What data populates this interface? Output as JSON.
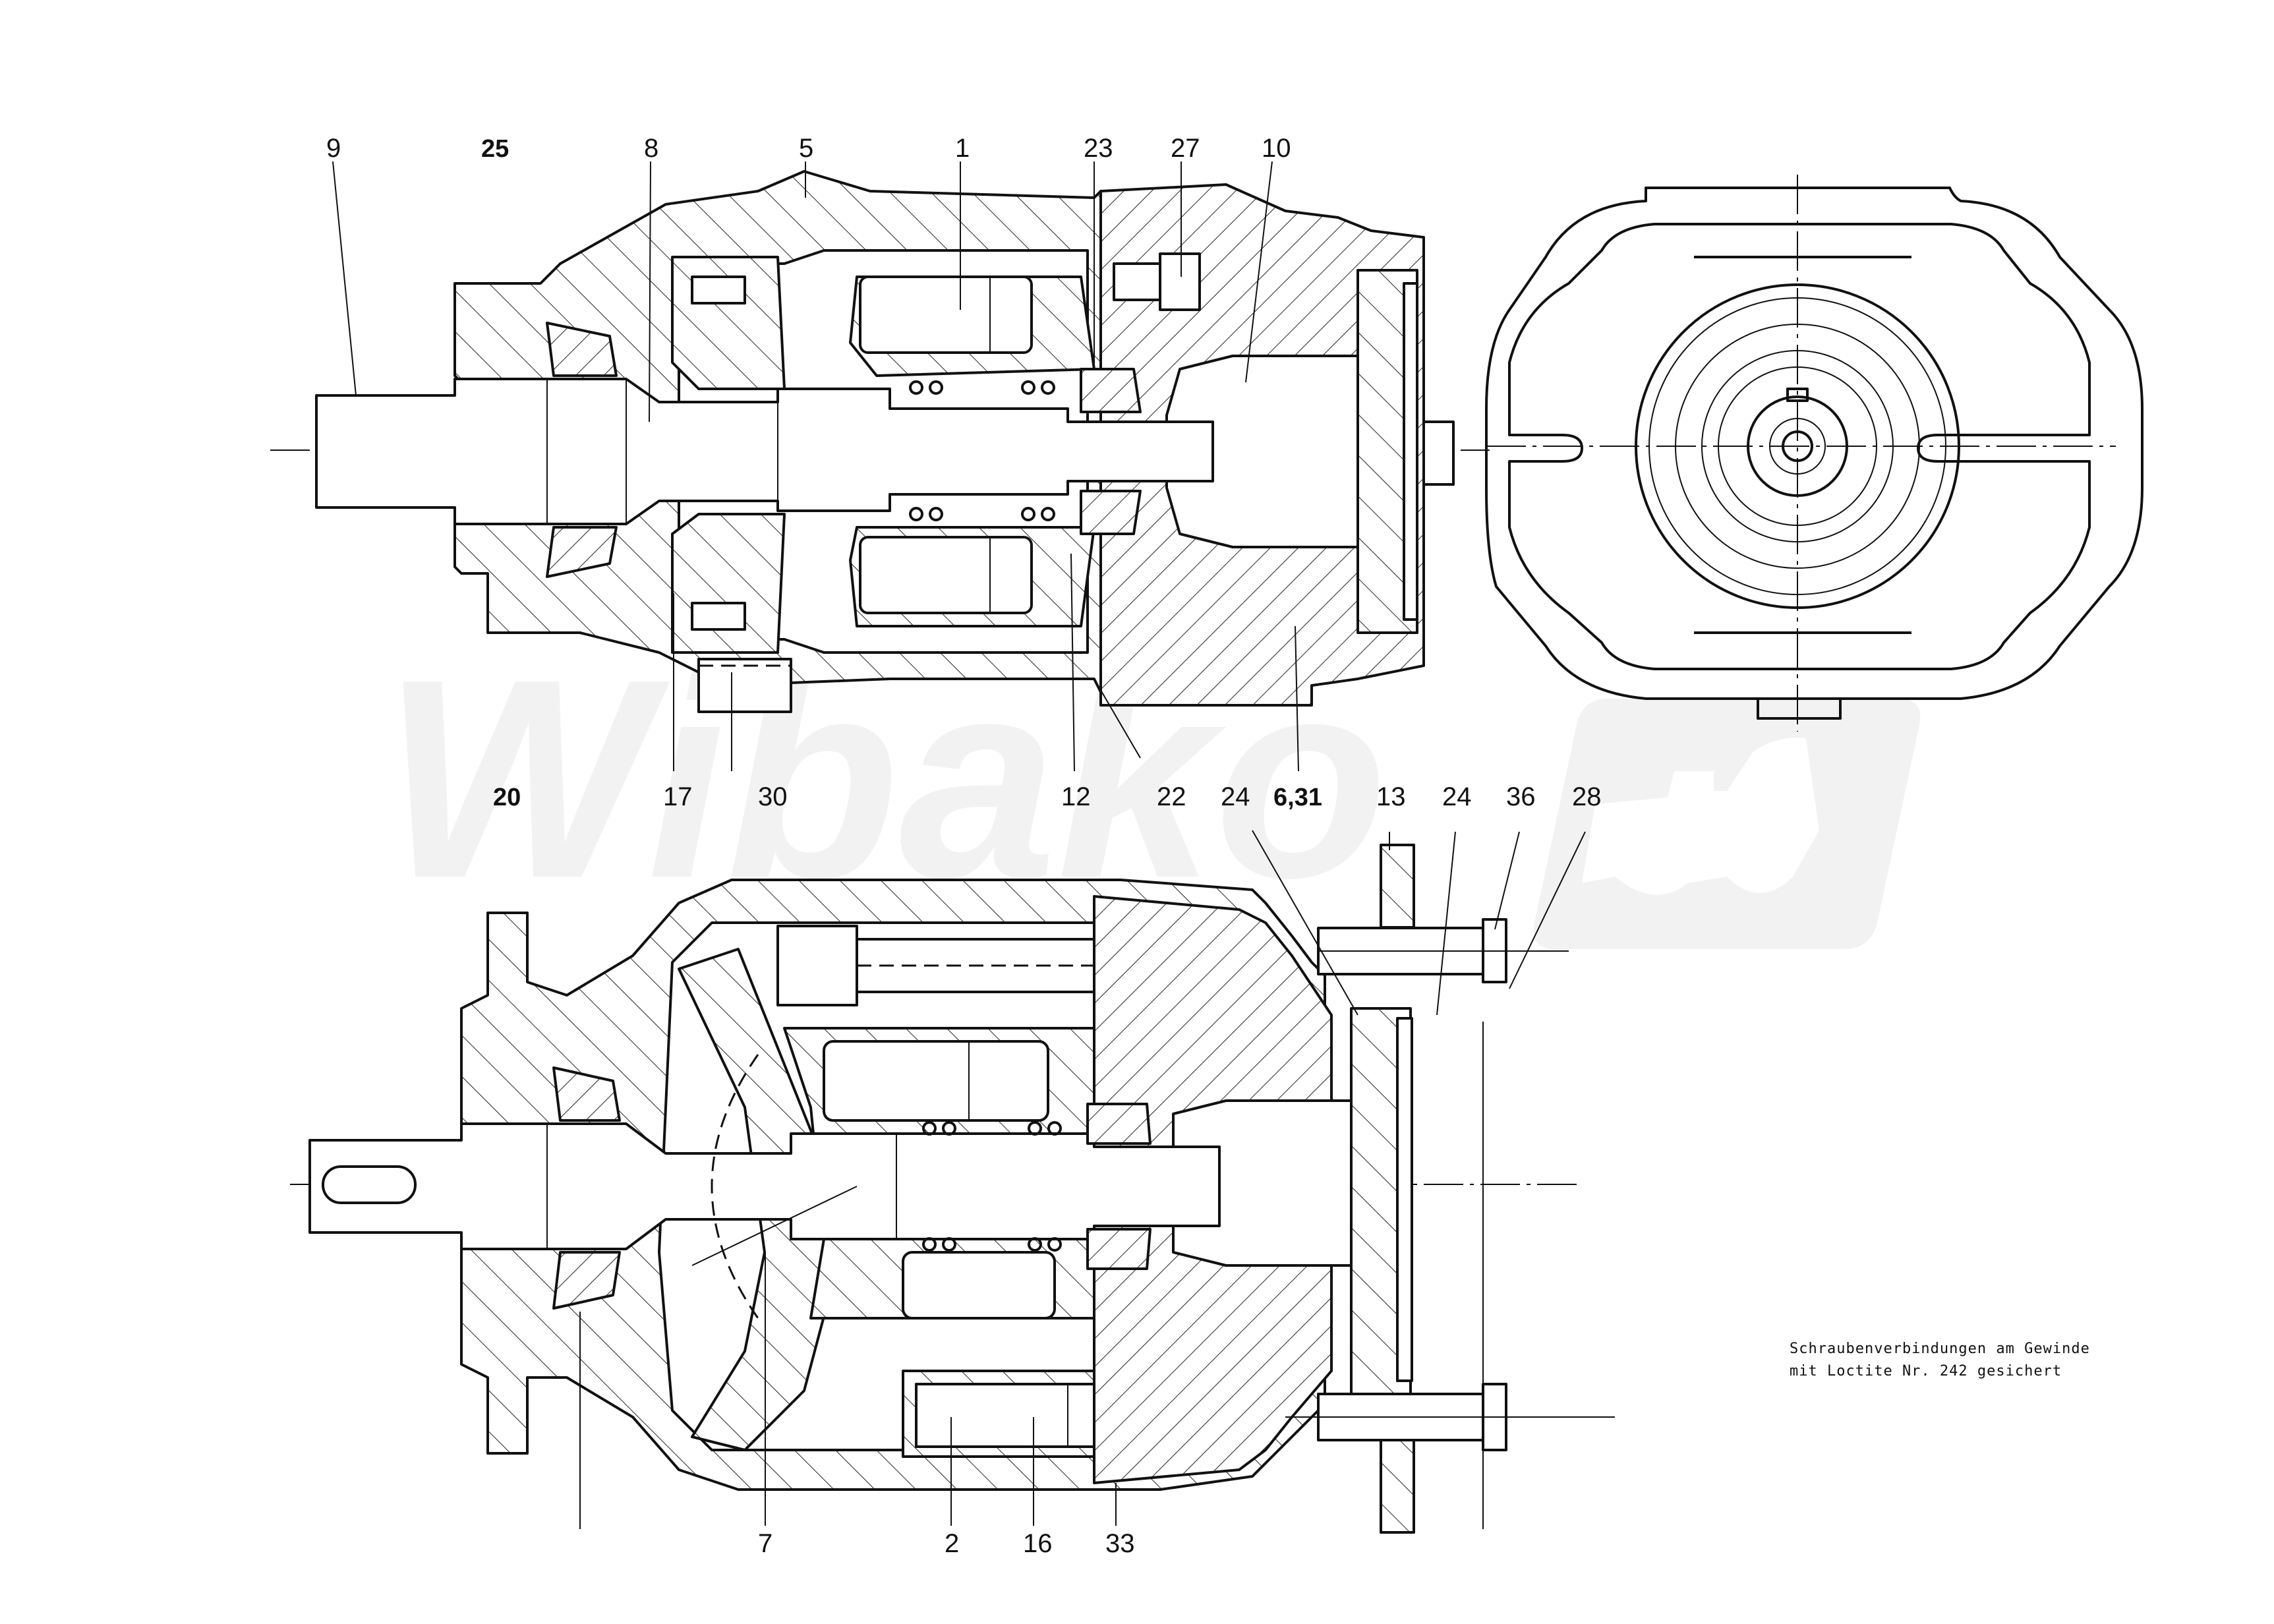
{
  "drawing": {
    "title": "Axial piston unit - sectional views",
    "watermark": "Wibako",
    "top_view_labels": [
      {
        "id": "9",
        "text": "9"
      },
      {
        "id": "25",
        "text": "25"
      },
      {
        "id": "8",
        "text": "8"
      },
      {
        "id": "5",
        "text": "5"
      },
      {
        "id": "1",
        "text": "1"
      },
      {
        "id": "23",
        "text": "23"
      },
      {
        "id": "27",
        "text": "27"
      },
      {
        "id": "10",
        "text": "10"
      }
    ],
    "middle_labels": [
      {
        "id": "20",
        "text": "20"
      },
      {
        "id": "17",
        "text": "17"
      },
      {
        "id": "30",
        "text": "30"
      },
      {
        "id": "12",
        "text": "12"
      },
      {
        "id": "22",
        "text": "22"
      },
      {
        "id": "24a",
        "text": "24"
      },
      {
        "id": "6-31",
        "text": "6,31"
      },
      {
        "id": "13",
        "text": "13"
      },
      {
        "id": "24b",
        "text": "24"
      },
      {
        "id": "36",
        "text": "36"
      },
      {
        "id": "28",
        "text": "28"
      }
    ],
    "bottom_labels": [
      {
        "id": "7",
        "text": "7"
      },
      {
        "id": "2",
        "text": "2"
      },
      {
        "id": "16",
        "text": "16"
      },
      {
        "id": "33",
        "text": "33"
      }
    ],
    "note": {
      "line1": "Schraubenverbindungen am Gewinde",
      "line2": "mit Loctite Nr. 242 gesichert"
    }
  }
}
